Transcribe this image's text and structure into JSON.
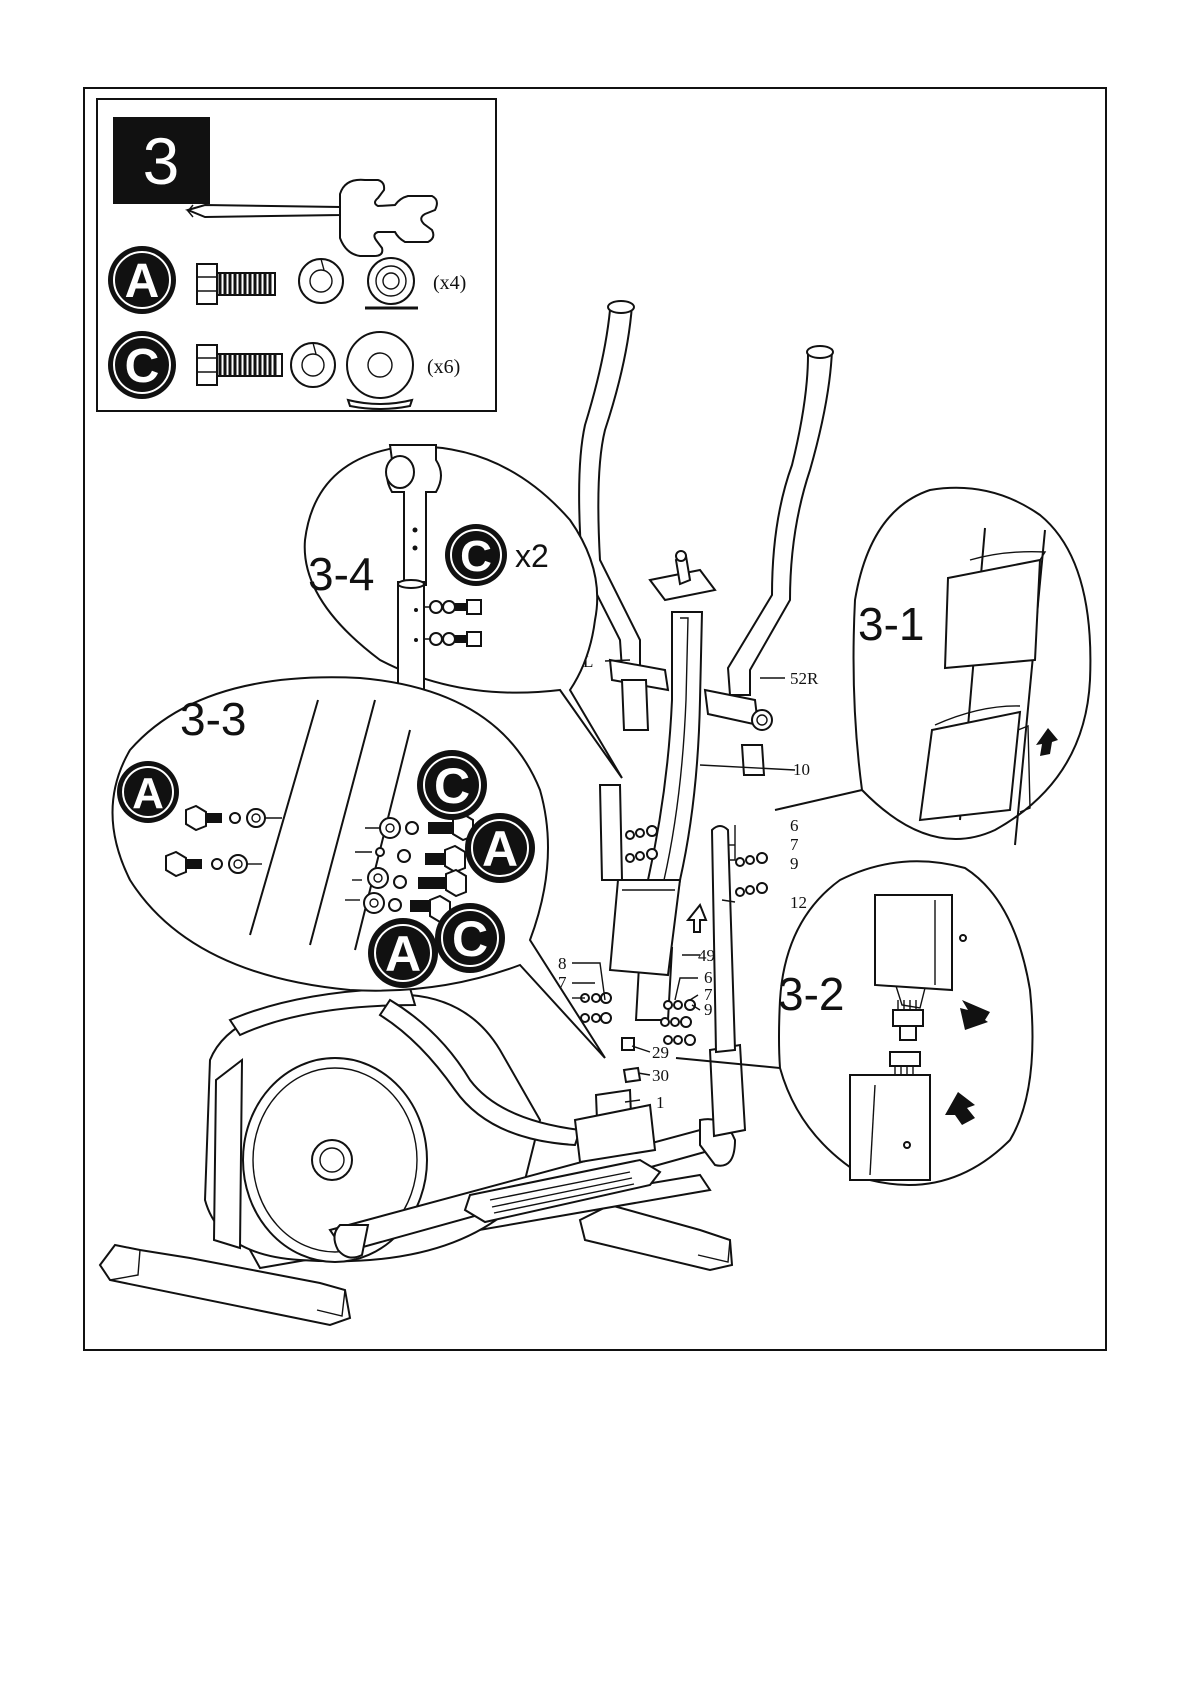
{
  "step": {
    "number": "3"
  },
  "hardware": [
    {
      "letter": "A",
      "quantity": "(x4)"
    },
    {
      "letter": "C",
      "quantity": "(x6)"
    }
  ],
  "details": {
    "d34": {
      "title": "3-4",
      "badge": "C",
      "multiplier": "x2"
    },
    "d33": {
      "title": "3-3",
      "badges": [
        "C",
        "A",
        "A",
        "C",
        "A"
      ]
    },
    "d31": {
      "title": "3-1"
    },
    "d32": {
      "title": "3-2"
    }
  },
  "part_labels": {
    "p52L": "52L",
    "p52R": "52R",
    "p10": "10",
    "p6a": "6",
    "p7a": "7",
    "p9a": "9",
    "p12": "12",
    "p49": "49",
    "p8": "8",
    "p7b": "7",
    "p9b": "9",
    "p6b": "6",
    "p7c": "7",
    "p9c": "9",
    "p29": "29",
    "p30": "30",
    "p1": "1"
  }
}
